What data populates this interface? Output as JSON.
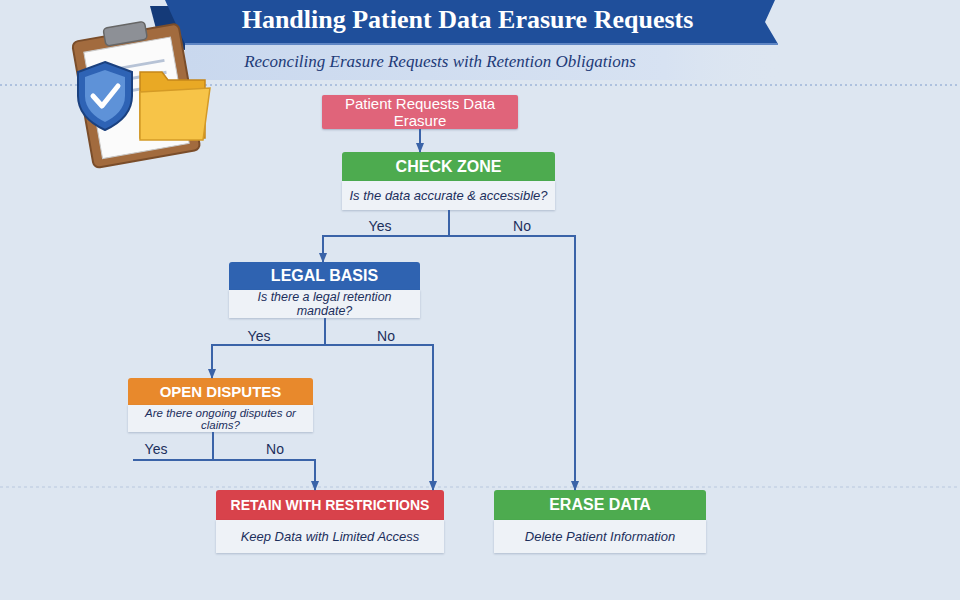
{
  "diagram": {
    "title": "Handling Patient Data Erasure Requests",
    "nodes": [
      {
        "text": [
          "Patient Requests Data Erasure"
        ]
      },
      {
        "text": [
          "CHECK ZONE",
          "Is the data accurate & accessible?"
        ]
      },
      {
        "text": [
          "LEGAL BASIS",
          "Is there a legal retention mandate?"
        ]
      },
      {
        "text": [
          "OPEN DISPUTES",
          "Are there ongoing disputes or claims?"
        ]
      },
      {
        "text": [
          "RETAIN WITH RESTRICTIONS",
          "Keep Data with Limited Access"
        ]
      },
      {
        "text": [
          "ERASE DATA",
          "Delete Patient Information"
        ]
      }
    ],
    "edges": [
      {
        "from": 0,
        "to": 1,
        "arrow": "to"
      },
      {
        "from": 1,
        "to": 2,
        "label": "Yes",
        "arrow": "to"
      },
      {
        "from": 1,
        "to": 5,
        "label": "No",
        "arrow": "to"
      },
      {
        "from": 2,
        "to": 3,
        "label": "Yes",
        "arrow": "to"
      },
      {
        "from": 2,
        "to": 4,
        "label": "No",
        "arrow": "to"
      },
      {
        "from": 3,
        "to": 4,
        "label": "No",
        "arrow": "to"
      }
    ],
    "labels": [
      "Reconciling Erasure Requests with Retention Obligations",
      "Yes"
    ]
  }
}
